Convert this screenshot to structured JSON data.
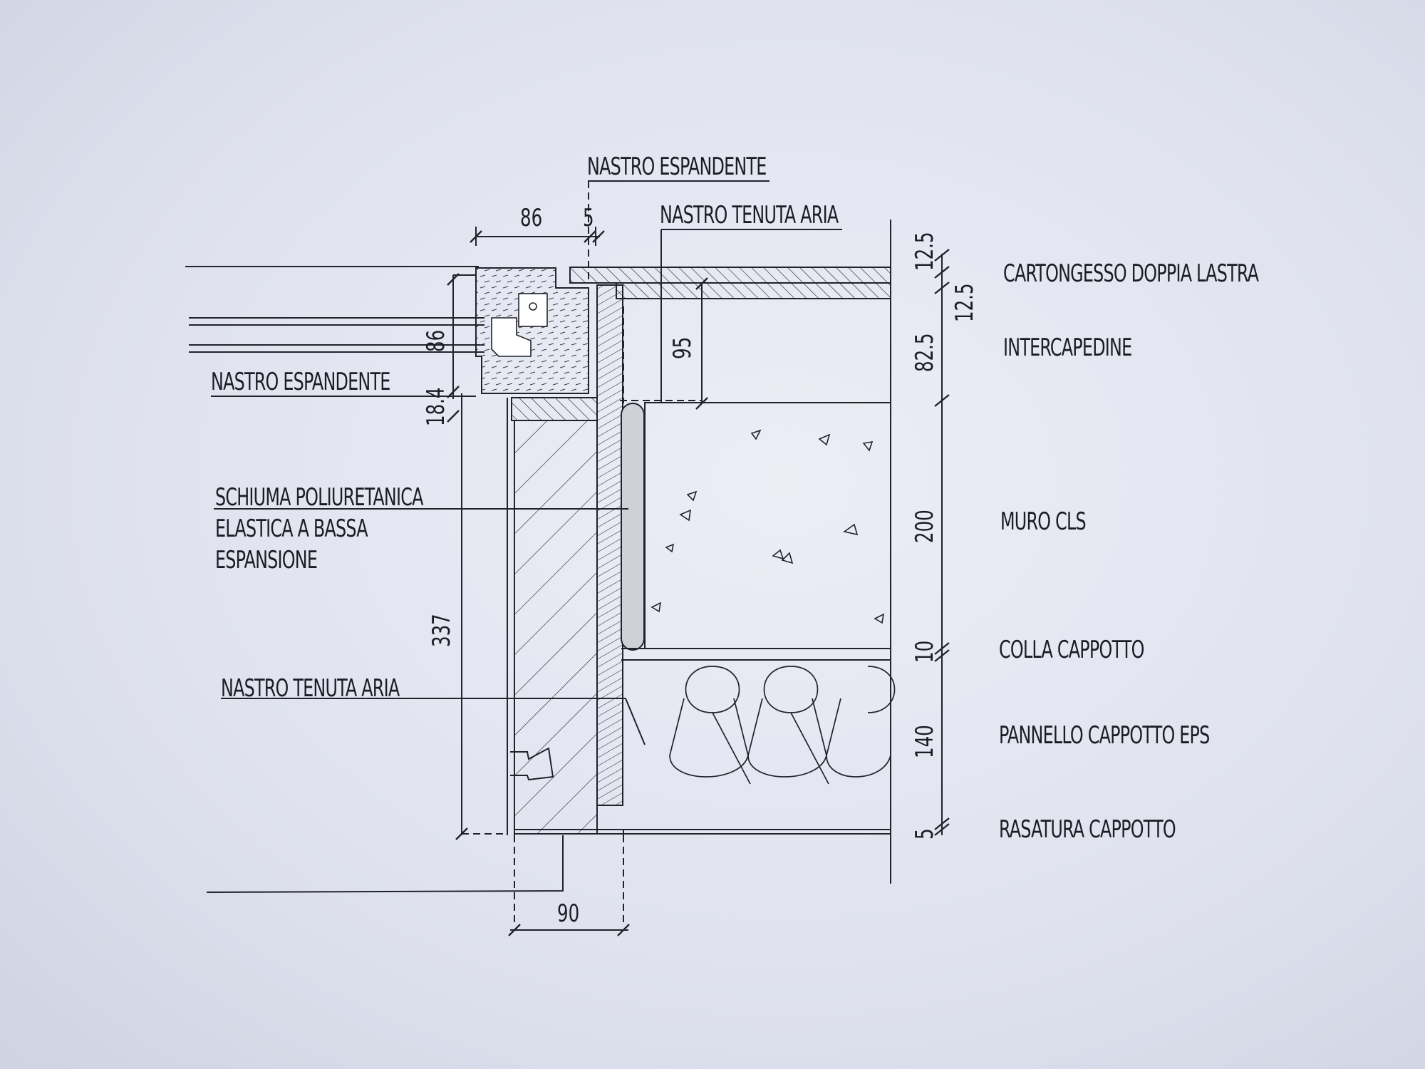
{
  "labels": {
    "nastro_espandente_top": "NASTRO ESPANDENTE",
    "nastro_tenuta_aria_top": "NASTRO TENUTA ARIA",
    "nastro_espandente_left": "NASTRO ESPANDENTE",
    "schiuma_line1": "SCHIUMA POLIURETANICA",
    "schiuma_line2": "ELASTICA A BASSA",
    "schiuma_line3": "ESPANSIONE",
    "nastro_tenuta_aria_left": "NASTRO TENUTA ARIA"
  },
  "layers": [
    {
      "label": "CARTONGESSO DOPPIA LASTRA"
    },
    {
      "label": "INTERCAPEDINE"
    },
    {
      "label": "MURO CLS"
    },
    {
      "label": "COLLA CAPPOTTO"
    },
    {
      "label": "PANNELLO CAPPOTTO EPS"
    },
    {
      "label": "RASATURA CAPPOTTO"
    }
  ],
  "dimensions": {
    "top_86": "86",
    "top_5": "5",
    "frame_86": "86",
    "gap_18_4": "18.4",
    "depth_95": "95",
    "total_337": "337",
    "bottom_90": "90",
    "right_12_5_a": "12.5",
    "right_12_5_b": "12.5",
    "right_82_5": "82.5",
    "right_200": "200",
    "right_10": "10",
    "right_140": "140",
    "right_5": "5"
  }
}
